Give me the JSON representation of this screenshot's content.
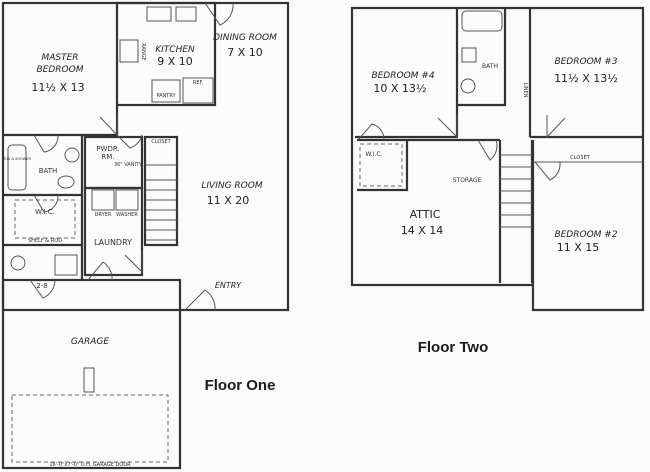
{
  "floor_one": {
    "title": "Floor One",
    "rooms": {
      "master_bedroom": {
        "name_line1": "MASTER",
        "name_line2": "BEDROOM",
        "size": "11½ X 13"
      },
      "kitchen": {
        "name": "KITCHEN",
        "size": "9 X 10"
      },
      "dining_room": {
        "name": "DINING ROOM",
        "size": "7 X 10"
      },
      "living_room": {
        "name": "LIVING ROOM",
        "size": "11 X 20"
      },
      "bath": {
        "name": "BATH"
      },
      "wic": {
        "name": "W.I.C."
      },
      "powder_room": {
        "name_line1": "PWDR.",
        "name_line2": "RM."
      },
      "laundry": {
        "name": "LAUNDRY"
      },
      "entry": {
        "name": "ENTRY"
      },
      "garage": {
        "name": "GARAGE"
      },
      "closet": {
        "name": "CLOSET"
      }
    },
    "fixtures": {
      "pantry": "PANTRY",
      "range": "RANGE",
      "refrigerator": "REF.",
      "dryer": "DRYER",
      "washer": "WASHER",
      "vanity": "36\" VANITY",
      "tub": "TUB & SHOWER",
      "shelf": "SHELF & ROD",
      "garage_door": "16'-0\"x7'-0\" O.H. GARAGE DOOR",
      "door_label": "2-8"
    }
  },
  "floor_two": {
    "title": "Floor Two",
    "rooms": {
      "bedroom_4": {
        "name": "BEDROOM #4",
        "size": "10 X 13½"
      },
      "bedroom_3": {
        "name": "BEDROOM #3",
        "size": "11½ X 13½"
      },
      "bedroom_2": {
        "name": "BEDROOM #2",
        "size": "11 X 15"
      },
      "bath": {
        "name": "BATH"
      },
      "wic": {
        "name": "W.I.C."
      },
      "storage": {
        "name": "STORAGE"
      },
      "attic": {
        "name": "ATTIC",
        "size": "14 X 14"
      },
      "closet": {
        "name": "CLOSET"
      },
      "linen": {
        "name": "LINEN"
      }
    }
  }
}
